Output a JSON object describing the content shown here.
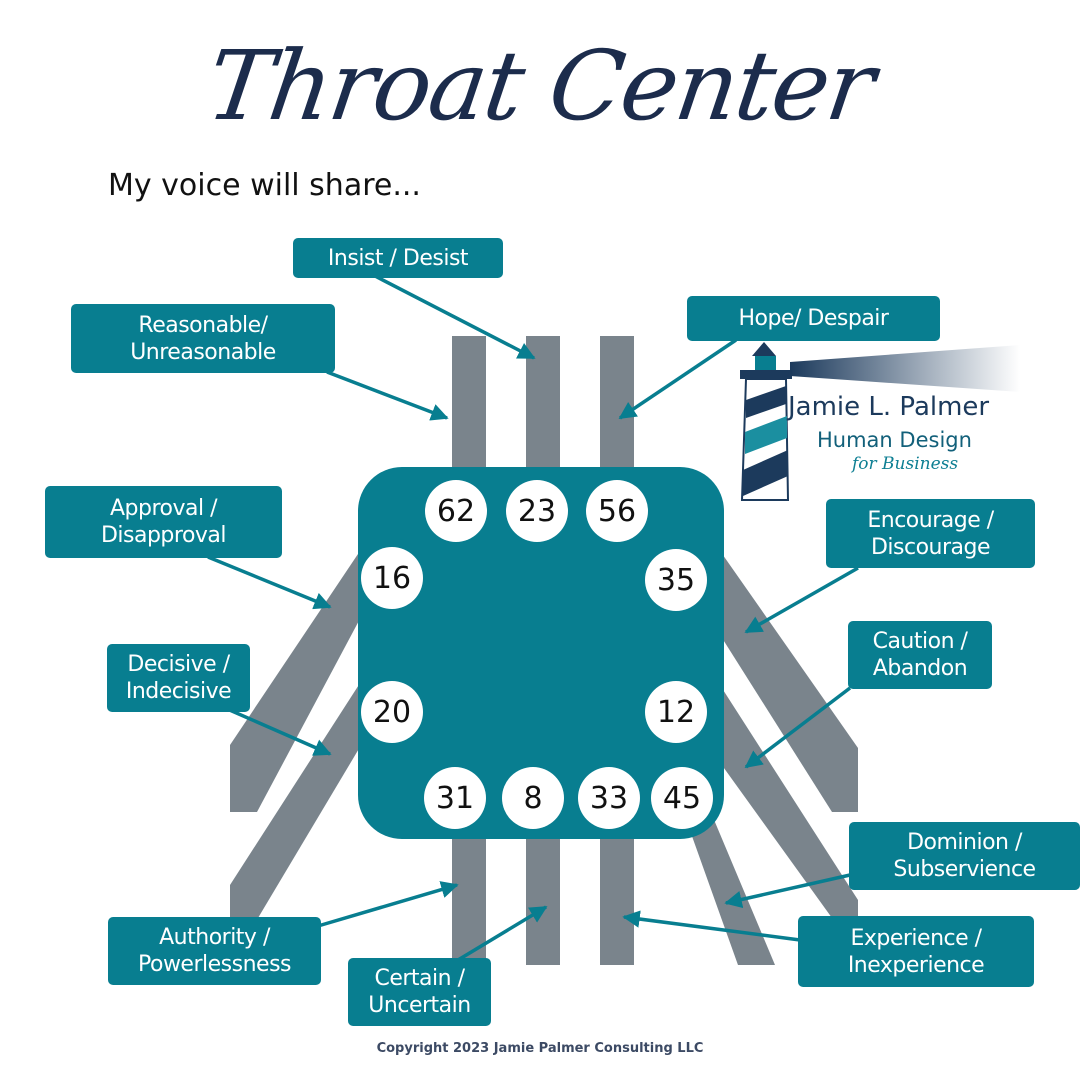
{
  "title": "Throat Center",
  "subtitle": "My voice will share...",
  "copyright": "Copyright 2023 Jamie Palmer Consulting LLC",
  "logo": {
    "name": "Jamie L. Palmer",
    "line2": "Human Design",
    "tagline": "for Business"
  },
  "colors": {
    "center_fill": "#087e90",
    "channel_gray": "#7a848c",
    "label_fill": "#087e90",
    "title_navy": "#1c2c4c"
  },
  "gates": [
    "62",
    "23",
    "56",
    "16",
    "35",
    "20",
    "12",
    "31",
    "8",
    "33",
    "45"
  ],
  "labels": {
    "insist": "Insist / Desist",
    "reasonable": "Reasonable/\nUnreasonable",
    "hope": "Hope/ Despair",
    "approval": "Approval /\nDisapproval",
    "encourage": "Encourage /\nDiscourage",
    "decisive": "Decisive /\nIndecisive",
    "caution": "Caution /\nAbandon",
    "dominion": "Dominion /\nSubservience",
    "authority": "Authority /\nPowerlessness",
    "certain": "Certain /\nUncertain",
    "experience": "Experience /\nInexperience"
  }
}
